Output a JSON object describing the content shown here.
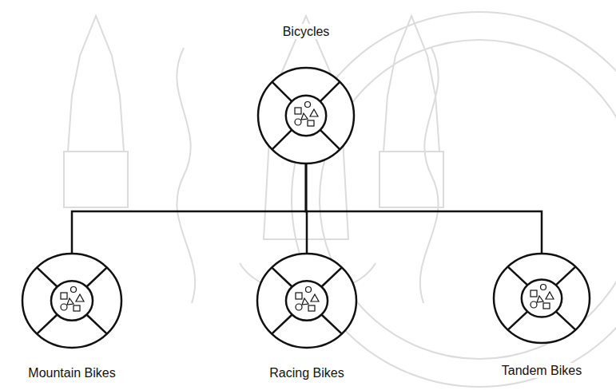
{
  "diagram": {
    "nodes": [
      {
        "text": [
          "Bicycles"
        ]
      },
      {
        "text": [
          "Mountain Bikes"
        ]
      },
      {
        "text": [
          "Racing Bikes"
        ]
      },
      {
        "text": [
          "Tandem Bikes"
        ]
      }
    ],
    "edges": [
      {
        "from": 0,
        "to": 1,
        "arrow": "none"
      },
      {
        "from": 0,
        "to": 2,
        "arrow": "none"
      },
      {
        "from": 0,
        "to": 3,
        "arrow": "none"
      }
    ]
  }
}
